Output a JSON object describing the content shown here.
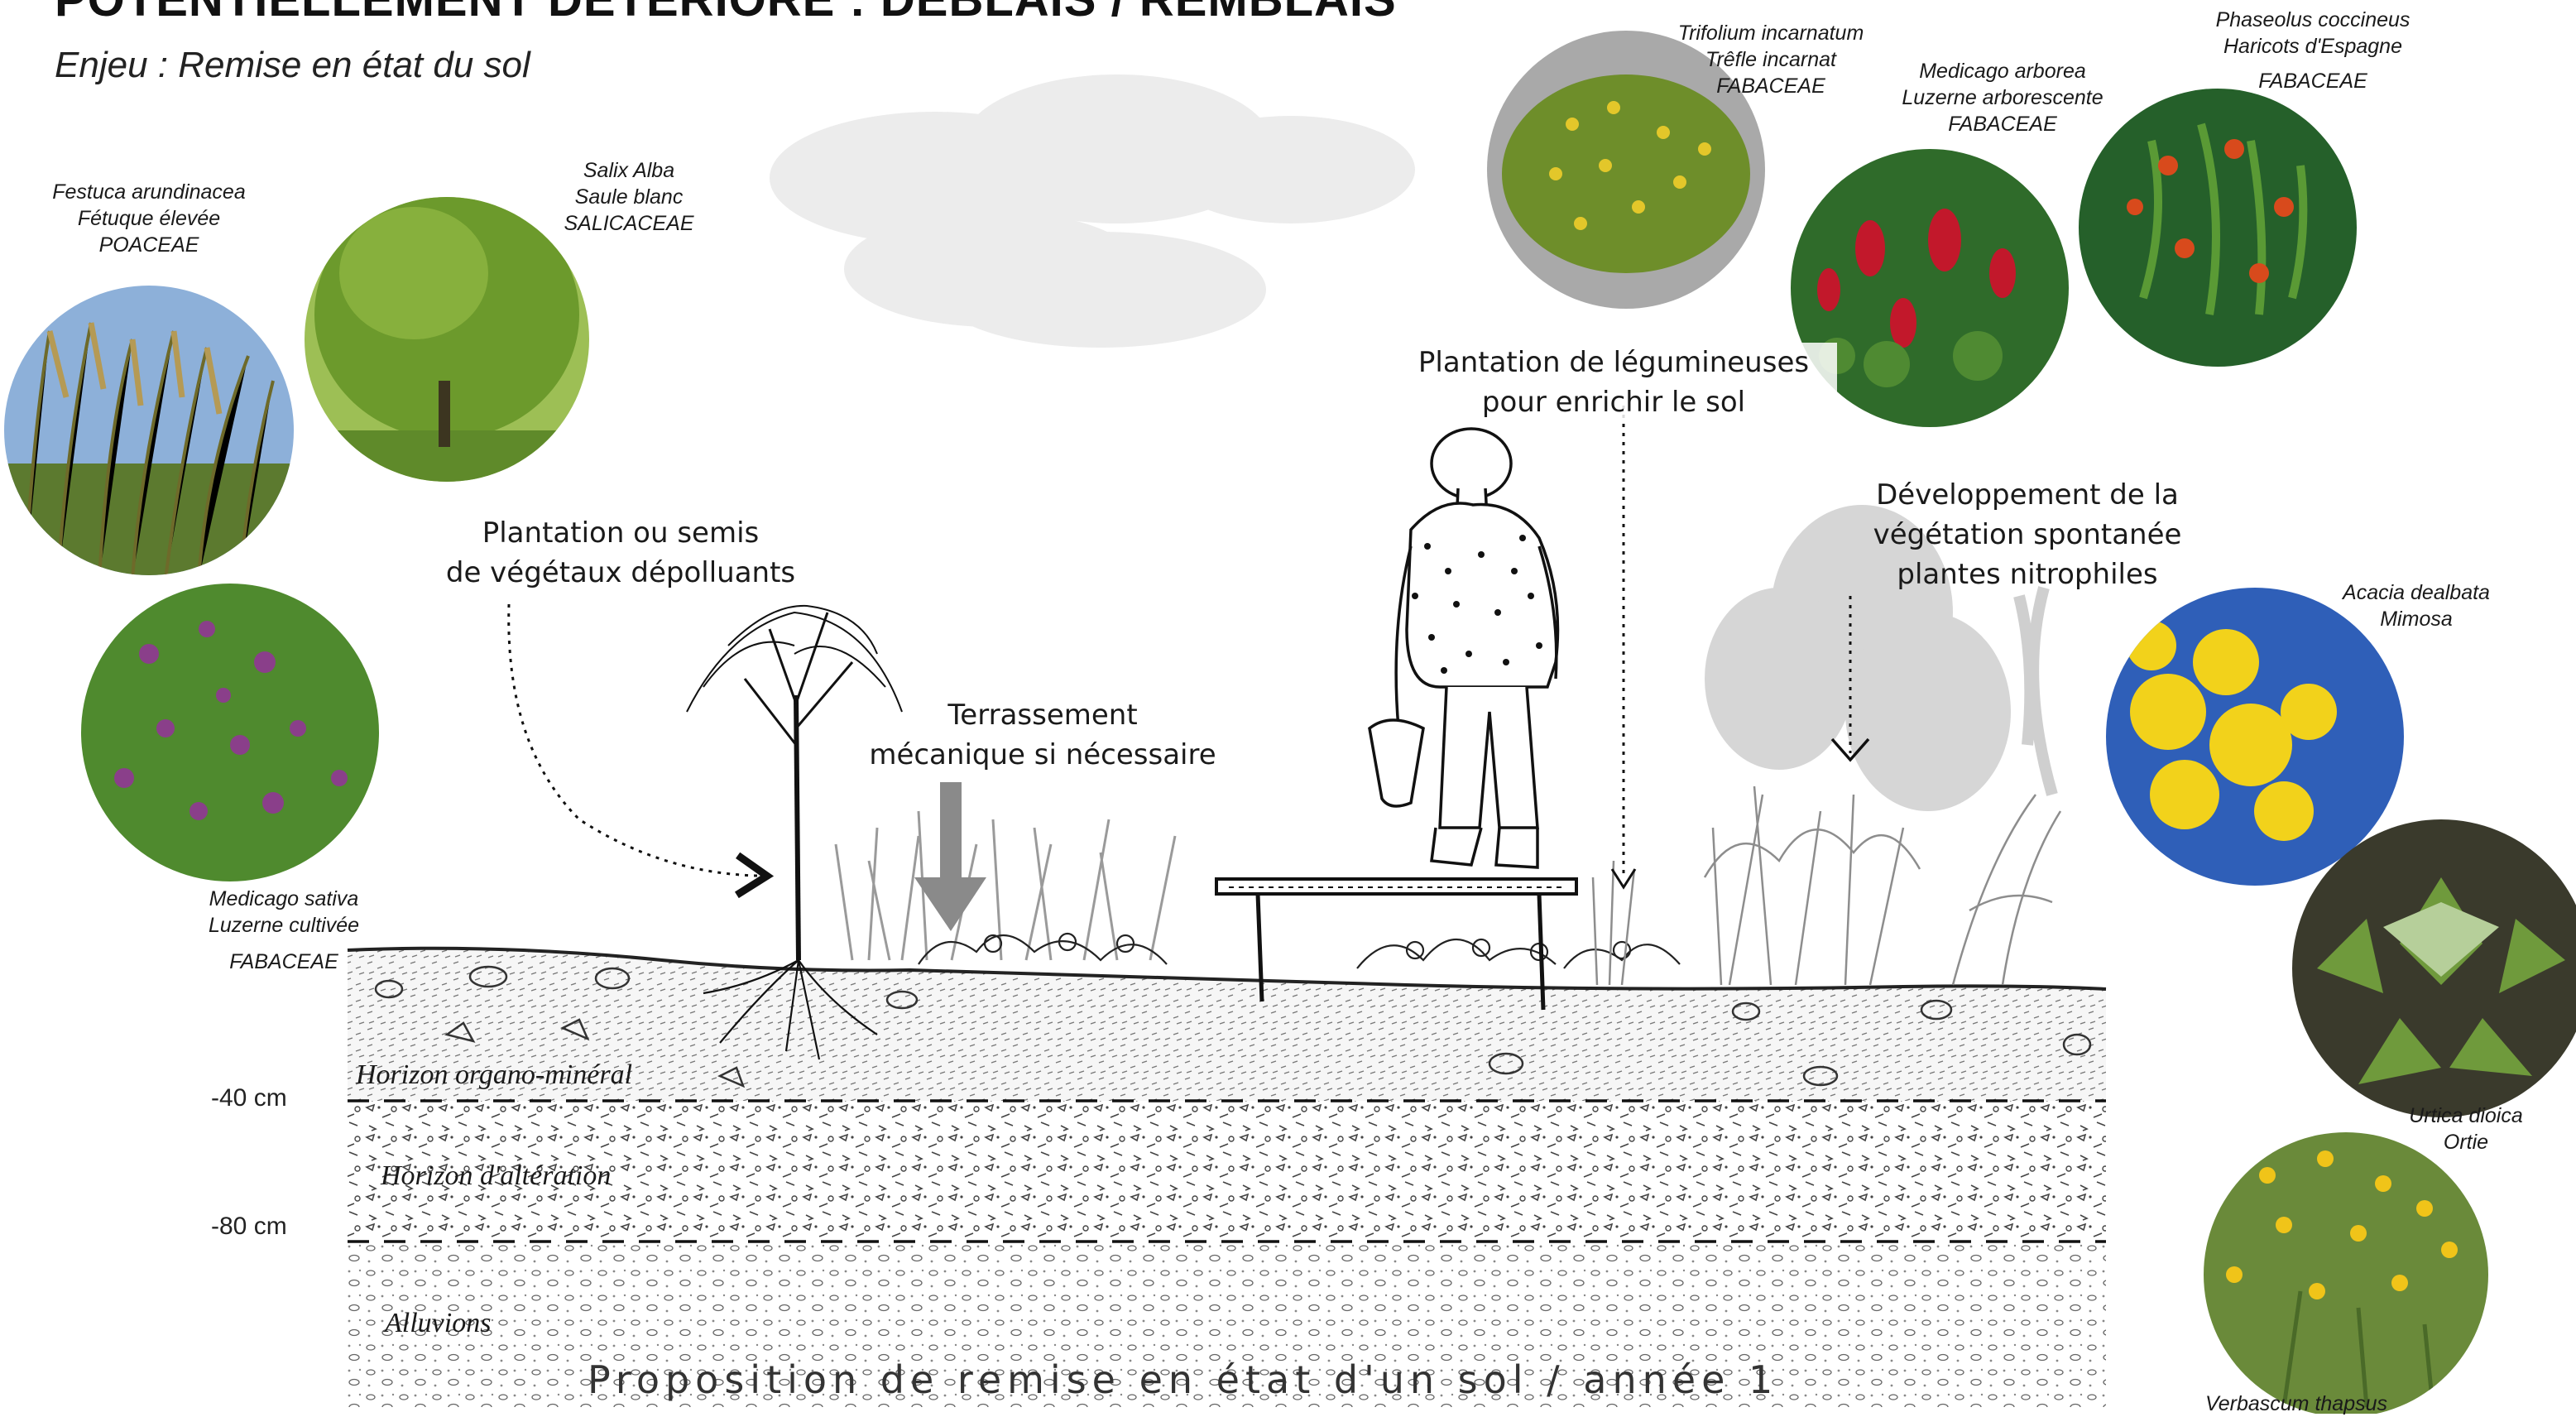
{
  "header": {
    "title": "POTENTIELLEMENT DÉTÉRIORÉ : DÉBLAIS / REMBLAIS",
    "subtitle": "Enjeu : Remise en état du sol"
  },
  "plants": {
    "festuca": [
      "Festuca arundinacea",
      "Fétuque élevée",
      "POACEAE"
    ],
    "salix": [
      "Salix Alba",
      "Saule blanc",
      "SALICACEAE"
    ],
    "medicago_sativa": [
      "Medicago sativa",
      "Luzerne cultivée",
      "FABACEAE"
    ],
    "trifolium": [
      "Trifolium incarnatum",
      "Trêfle incarnat",
      "FABACEAE"
    ],
    "medicago_arborea": [
      "Medicago arborea",
      "Luzerne arborescente",
      "FABACEAE"
    ],
    "phaseolus": [
      "Phaseolus coccineus",
      "Haricots d'Espagne",
      "FABACEAE"
    ],
    "acacia": [
      "Acacia dealbata",
      "Mimosa"
    ],
    "urtica": [
      "Urtica dioica",
      "Ortie"
    ],
    "verbascum": [
      "Verbascum thapsus"
    ]
  },
  "annotations": {
    "plantation": [
      "Plantation ou semis",
      "de végétaux dépolluants"
    ],
    "terrassement": [
      "Terrassement",
      "mécanique si nécessaire"
    ],
    "legumineuses": [
      "Plantation de légumineuses",
      "pour enrichir le sol"
    ],
    "developpement": [
      "Développement de la",
      "végétation spontanée",
      "plantes nitrophiles"
    ]
  },
  "soil": {
    "depth_40": "-40 cm",
    "depth_80": "-80 cm",
    "horizon_organo": "Horizon organo-minéral",
    "horizon_alteration": "Horizon d'altération",
    "alluvions": "Alluvions"
  },
  "caption": "Proposition de remise en état d'un sol / année 1",
  "colors": {
    "ink": "#1a1a1a",
    "grey_vegetation": "#9a9a9a",
    "cloud": "#ececec",
    "yellow_flowers": "#f2d21b",
    "red_flowers": "#c2182b",
    "purple_flowers": "#8a3f8a",
    "sky": "#3a6fc0"
  }
}
